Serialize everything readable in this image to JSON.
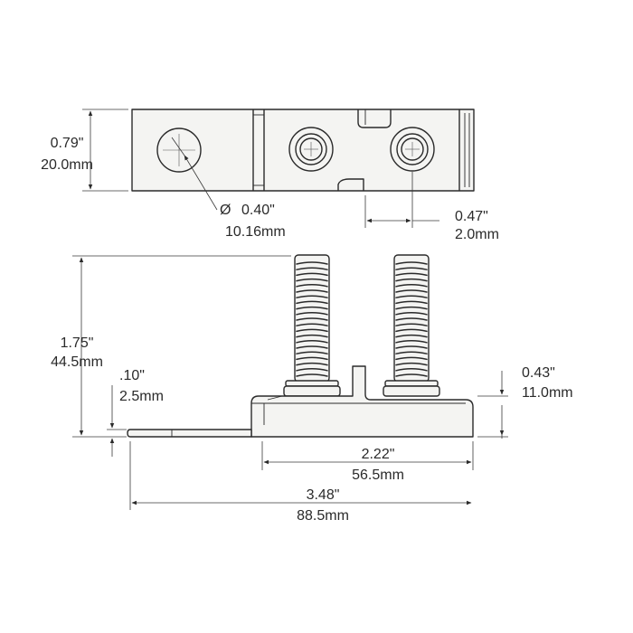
{
  "dimensions": {
    "height_top": {
      "inch": "0.79\"",
      "mm": "20.0mm"
    },
    "hole_diameter": {
      "symbol": "Ø",
      "inch": "0.40\"",
      "mm": "10.16mm"
    },
    "stud_spacing": {
      "inch": "0.47\"",
      "mm": "2.0mm"
    },
    "total_height": {
      "inch": "1.75\"",
      "mm": "44.5mm"
    },
    "tab_thickness": {
      "inch": ".10\"",
      "mm": "2.5mm"
    },
    "base_height": {
      "inch": "0.43\"",
      "mm": "11.0mm"
    },
    "base_length": {
      "inch": "2.22\"",
      "mm": "56.5mm"
    },
    "overall_length": {
      "inch": "3.48\"",
      "mm": "88.5mm"
    }
  },
  "colors": {
    "line": "#2a2a2a",
    "fill": "#f4f4f2",
    "background": "#ffffff"
  }
}
